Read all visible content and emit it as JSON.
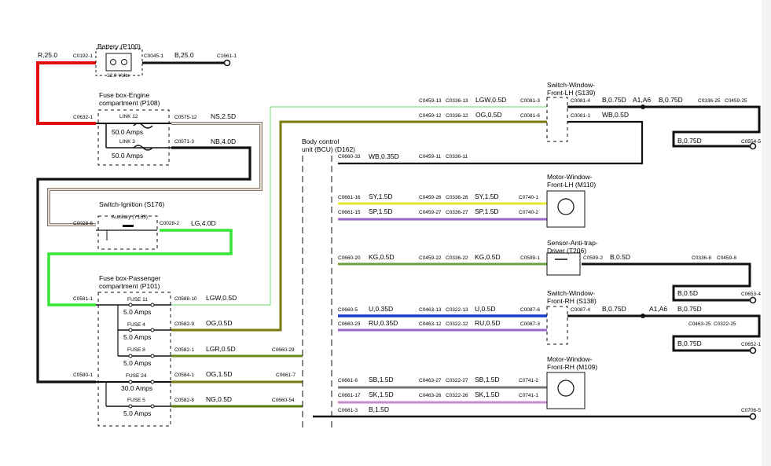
{
  "components": {
    "battery": {
      "title": "Battery (P100)",
      "volts": "12.0 Volts"
    },
    "fusebox_engine": {
      "title1": "Fuse box-Engine",
      "title2": "compartment (P108)",
      "link12": "LINK 12",
      "link12_amps": "50.0 Amps",
      "link3": "LINK 3",
      "link3_amps": "50.0 Amps"
    },
    "switch_ignition": {
      "title": "Switch-Ignition (S176)",
      "aux": "Auxiliary (Y163)"
    },
    "fusebox_passenger": {
      "title1": "Fuse box-Passenger",
      "title2": "compartment (P101)",
      "fuse11": "FUSE 11",
      "fuse11_amps": "5.0 Amps",
      "fuse4": "FUSE 4",
      "fuse4_amps": "5.0 Amps",
      "fuse8": "FUSE 8",
      "fuse8_amps": "5.0 Amps",
      "fuse24": "FUSE 24",
      "fuse24_amps": "30.0 Amps",
      "fuse5": "FUSE 5",
      "fuse5_amps": "5.0 Amps"
    },
    "bcu": {
      "title1": "Body control",
      "title2": "unit (BCU) (D162)"
    },
    "switch_window_lh": {
      "title1": "Switch-Window-",
      "title2": "Front-LH (S139)"
    },
    "motor_window_lh": {
      "title1": "Motor-Window-",
      "title2": "Front-LH (M110)"
    },
    "sensor_antitrap": {
      "title1": "Sensor-Anti-trap-",
      "title2": "Driver (T206)"
    },
    "switch_window_rh": {
      "title1": "Switch-Window-",
      "title2": "Front-RH (S138)"
    },
    "motor_window_rh": {
      "title1": "Motor-Window-",
      "title2": "Front-RH (M109)"
    }
  },
  "connectors": {
    "c0192_1": "C0192-1",
    "c0045_1": "C0045-1",
    "c1661_1": "C1661-1",
    "c0632_1": "C0632-1",
    "c0575_12": "C0575-12",
    "c0571_3": "C0571-3",
    "c0028_6": "C0028-6",
    "c0028_2": "C0028-2",
    "c0581_1": "C0581-1",
    "c0588_10": "C0588-10",
    "c0582_9": "C0582-9",
    "c0582_1": "C0582-1",
    "c0660_29": "C0660-29",
    "c0580_1": "C0580-1",
    "c0584_1": "C0584-1",
    "c0661_7": "C0661-7",
    "c0582_8": "C0582-8",
    "c0660_54": "C0660-54",
    "c0459_13": "C0459-13",
    "c0336_13": "C0336-13",
    "c0081_3": "C0081-3",
    "c0081_4": "C0081-4",
    "c0336_25": "C0336-25",
    "c0459_25": "C0459-25",
    "c0459_12": "C0459-12",
    "c0336_12": "C0336-12",
    "c0081_6": "C0081-6",
    "c0081_1": "C0081-1",
    "c0554_5": "C0554-5",
    "c0660_33": "C0660-33",
    "c0459_11": "C0459-11",
    "c0336_11": "C0336-11",
    "c0661_16": "C0661-16",
    "c0459_26": "C0459-26",
    "c0336_26": "C0336-26",
    "c0740_1": "C0740-1",
    "c0661_15": "C0661-15",
    "c0459_27": "C0459-27",
    "c0336_27": "C0336-27",
    "c0740_2": "C0740-2",
    "c0660_20": "C0660-20",
    "c0459_22": "C0459-22",
    "c0336_22": "C0336-22",
    "c0599_1": "C0599-1",
    "c0599_2": "C0599-2",
    "c0336_8": "C0336-8",
    "c0459_8": "C0459-8",
    "c0653_4": "C0653-4",
    "c0660_5": "C0660-5",
    "c0463_13": "C0463-13",
    "c0322_13": "C0322-13",
    "c0087_6": "C0087-6",
    "c0087_4": "C0087-4",
    "c0660_23": "C0660-23",
    "c0463_12": "C0463-12",
    "c0322_12": "C0322-12",
    "c0087_3": "C0087-3",
    "c0463_25": "C0463-25",
    "c0322_25": "C0322-25",
    "c0652_1": "C0652-1",
    "c0661_6": "C0661-6",
    "c0463_27": "C0463-27",
    "c0322_27": "C0322-27",
    "c0741_2": "C0741-2",
    "c0661_17": "C0661-17",
    "c0463_26": "C0463-26",
    "c0322_26": "C0322-26",
    "c0741_1": "C0741-1",
    "c0661_3": "C0661-3",
    "c0706_5": "C0706-5"
  },
  "wires": {
    "r25": "R,25.0",
    "b25": "B,25.0",
    "ns25": "NS,2.5D",
    "nb40": "NB,4.0D",
    "lg40": "LG,4.0D",
    "lgw05": "LGW,0.5D",
    "og05": "OG,0.5D",
    "lgr05": "LGR,0.5D",
    "og15": "OG,1.5D",
    "ng05": "NG,0.5D",
    "lgw05b": "LGW,0.5D",
    "og05b": "OG,0.5D",
    "b075a": "B,0.75D",
    "a1a6": "A1,A6",
    "b075b": "B,0.75D",
    "wb05": "WB,0.5D",
    "b075c": "B,0.75D",
    "wb035": "WB,0.35D",
    "sy15a": "SY,1.5D",
    "sy15b": "SY,1.5D",
    "sp15a": "SP,1.5D",
    "sp15b": "SP,1.5D",
    "kg05a": "KG,0.5D",
    "kg05b": "KG,0.5D",
    "b05": "B,0.5D",
    "b05b": "B,0.5D",
    "u035": "U,0.35D",
    "u05": "U,0.5D",
    "ru035": "RU,0.35D",
    "ru05": "RU,0.5D",
    "b075d": "B,0.75D",
    "a1a6b": "A1,A6",
    "b075e": "B,0.75D",
    "b075f": "B,0.75D",
    "sb15a": "SB,1.5D",
    "sb15b": "SB,1.5D",
    "sk15a": "SK,1.5D",
    "sk15b": "SK,1.5D",
    "b15": "B,1.5D"
  },
  "colors": {
    "red": "#e01010",
    "black": "#111111",
    "brown": "#8c7c6c",
    "green": "#33e633",
    "lightgreen": "#66e066",
    "olive": "#7a7a10",
    "yellow": "#e6e633",
    "purple": "#9966cc",
    "blue": "#1a3acc",
    "pink": "#cc88cc",
    "gray": "#777777"
  }
}
